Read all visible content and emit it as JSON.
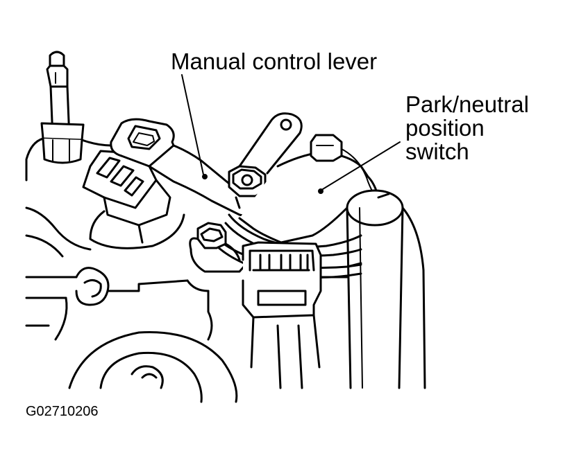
{
  "labels": {
    "manual_control_lever": "Manual control lever",
    "park_neutral_line1": "Park/neutral",
    "park_neutral_line2": "position",
    "park_neutral_line3": "switch"
  },
  "figure_code": "G02710206",
  "colors": {
    "line": "#000000",
    "background": "#ffffff"
  }
}
